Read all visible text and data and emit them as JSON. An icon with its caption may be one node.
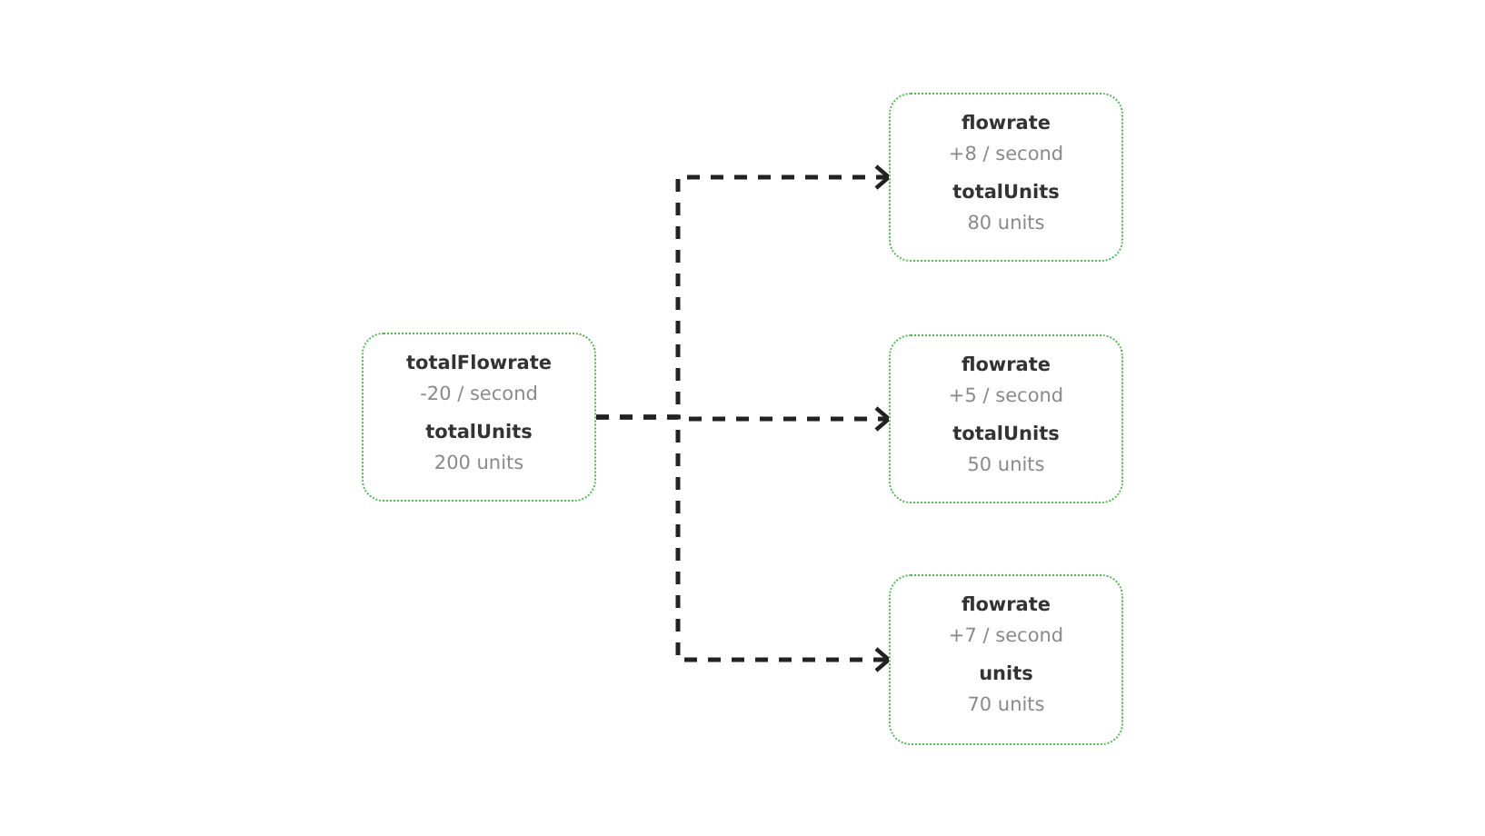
{
  "diagram": {
    "nodes": [
      {
        "text": [
          "totalFlowrate",
          "-20 / second",
          "totalUnits",
          "200 units"
        ]
      },
      {
        "text": [
          "flowrate",
          "+8 / second",
          "totalUnits",
          "80 units"
        ]
      },
      {
        "text": [
          "flowrate",
          "+5 / second",
          "totalUnits",
          "50 units"
        ]
      },
      {
        "text": [
          "flowrate",
          "+7 / second",
          "units",
          "70 units"
        ]
      }
    ],
    "edges": [
      {
        "from": 0,
        "to": 1,
        "arrow": "to",
        "style": "dashed"
      },
      {
        "from": 0,
        "to": 2,
        "arrow": "to",
        "style": "dashed"
      },
      {
        "from": 0,
        "to": 3,
        "arrow": "to",
        "style": "dashed"
      }
    ]
  }
}
